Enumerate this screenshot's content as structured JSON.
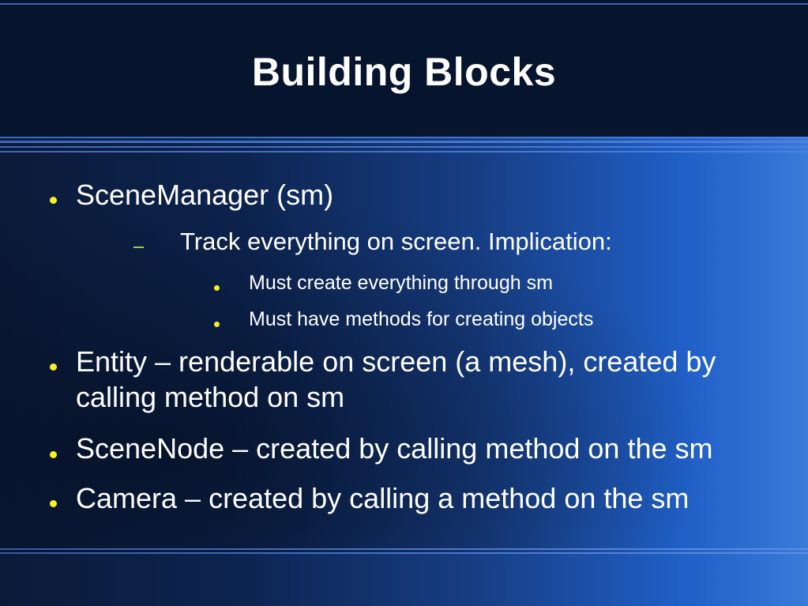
{
  "slide": {
    "title": "Building Blocks",
    "bullets": [
      {
        "level": 1,
        "text": "SceneManager (sm)"
      },
      {
        "level": 2,
        "text": "Track everything on screen. Implication:"
      },
      {
        "level": 3,
        "text": "Must create everything through sm"
      },
      {
        "level": 3,
        "text": "Must have methods for creating objects"
      },
      {
        "level": 1,
        "text": "Entity – renderable on screen (a mesh), created by",
        "continuation": "calling method on sm"
      },
      {
        "level": 1,
        "text": "SceneNode – created by calling method on the sm"
      },
      {
        "level": 1,
        "text": "Camera – created by calling a method on the sm"
      }
    ]
  },
  "colors": {
    "title_band": "#06152d",
    "bullet_level1": "#f5f020",
    "bullet_level2": "#9ad23a",
    "bullet_level3": "#f5f020",
    "text": "#ffffff"
  }
}
